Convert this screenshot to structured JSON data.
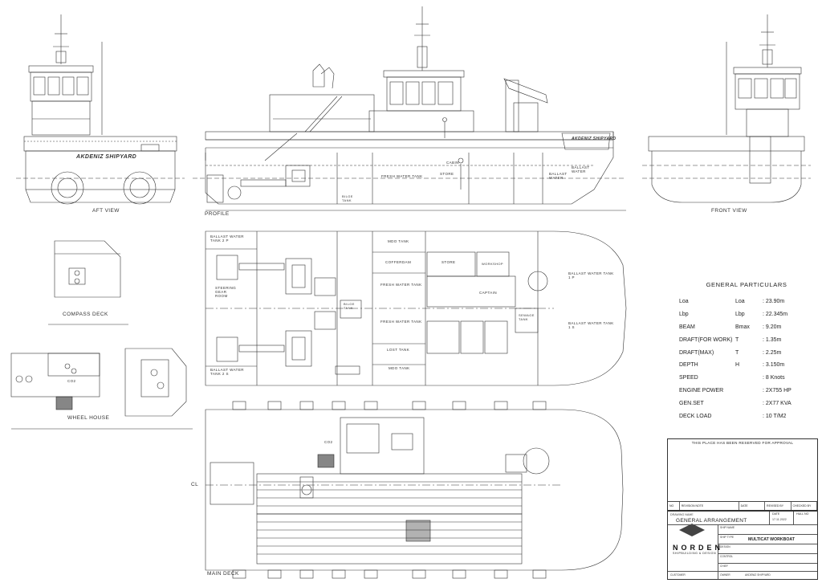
{
  "views": {
    "aft": "AFT VIEW",
    "profile": "PROFILE",
    "front": "FRONT VIEW",
    "compass": "COMPASS DECK",
    "wheelhouse": "WHEEL HOUSE",
    "main": "MAIN DECK",
    "cl": "CL"
  },
  "hull_name": "AKDENIZ SHIPYARD",
  "profile_labels": {
    "fresh_water": "FRESH WATER TANK",
    "store": "STORE",
    "cabin": "CABIN",
    "ballast": "BALLAST WATER",
    "ballast2": "BALLAST WATER",
    "bilge": "BILGE TANK"
  },
  "deck_labels": {
    "bw2p": "BALLAST WATER TANK 2 P",
    "bw2s": "BALLAST WATER TANK 2 S",
    "bw1p": "BALLAST WATER TANK 1 P",
    "bw1s": "BALLAST WATER TANK 1 S",
    "mdo": "MDO TANK",
    "mdo2": "MDO TANK",
    "cofferdam": "COFFERDAM",
    "fwt1": "FRESH WATER TANK",
    "fwt2": "FRESH WATER TANK",
    "lost": "LOST TANK",
    "store": "STORE",
    "workshop": "WORKSHOP",
    "captain": "CAPTAIN",
    "sewage": "SEWAGE TANK",
    "steering": "STEERING GEAR ROOM",
    "bilge": "BILGE TANK",
    "co2": "CO2",
    "co2b": "CO2"
  },
  "particulars": {
    "heading": "GENERAL PARTICULARS",
    "rows": [
      {
        "name": "Loa",
        "sym": "Loa",
        "val": ": 23.90m"
      },
      {
        "name": "Lbp",
        "sym": "Lbp",
        "val": ": 22.345m"
      },
      {
        "name": "BEAM",
        "sym": "Bmax",
        "val": ": 9.20m"
      },
      {
        "name": "DRAFT(FOR WORK)",
        "sym": "T",
        "val": ": 1.35m"
      },
      {
        "name": "DRAFT(MAX)",
        "sym": "T",
        "val": ": 2.25m"
      },
      {
        "name": "DEPTH",
        "sym": "H",
        "val": ": 3.150m"
      },
      {
        "name": "SPEED",
        "sym": "",
        "val": ": 8 Knots"
      },
      {
        "name": "ENGINE POWER",
        "sym": "",
        "val": ": 2X755 HP"
      },
      {
        "name": "GEN.SET",
        "sym": "",
        "val": ": 2X77 KVA"
      },
      {
        "name": "DECK LOAD",
        "sym": "",
        "val": ": 10 T/M2"
      }
    ]
  },
  "approval": {
    "title": "THIS PLACE HAS BEEN RESERVED FOR APPROVAL",
    "rev_cols": [
      "NO",
      "REVISION NOTE",
      "DATE",
      "REVISED BY",
      "CHECKED BY"
    ]
  },
  "titleblock": {
    "drawing_label": "DRAWING NAME",
    "drawing_name": "GENERAL ARRANGEMENT",
    "date_label": "DATE",
    "date": "17.11.2022",
    "hull_label": "HULL NO",
    "project": "MULTICAT WORKBOAT",
    "field1": "SHIP NAME",
    "field2": "SHIP TYPE",
    "field3": "DESIGN",
    "field4": "CONTROL",
    "field5": "CHIEF",
    "field6": "CUSTOMER",
    "field7": "OWNER",
    "shipyard": "AKDENIZ SHIPYARD",
    "logo": "NORDEN",
    "logo_sub": "SHIPBUILDING & DESIGN"
  }
}
